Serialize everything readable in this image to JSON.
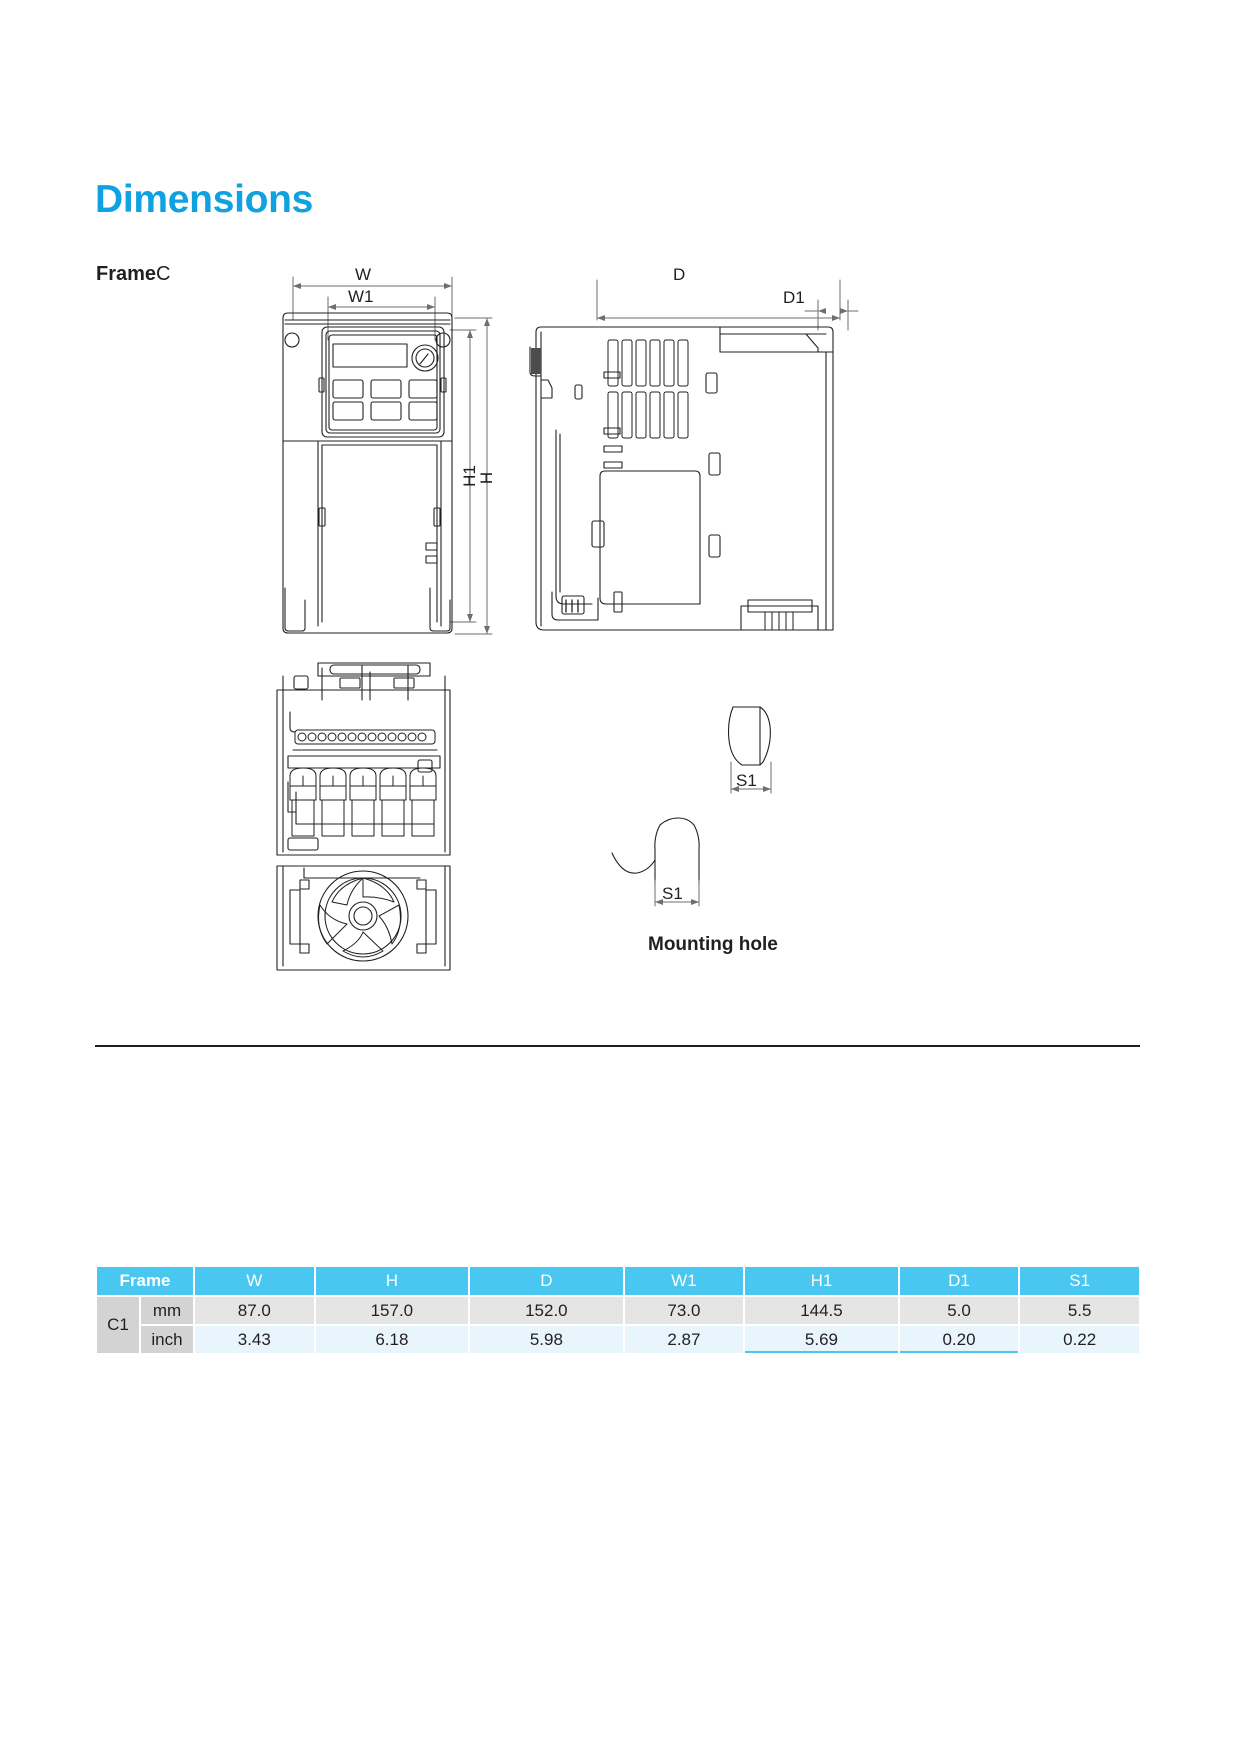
{
  "page": {
    "title": "Dimensions",
    "frame_label_bold": "Frame",
    "frame_label_light": "C",
    "mounting_hole_caption": "Mounting hole",
    "accent_color": "#10a2e0",
    "table_header_color": "#49c7f0"
  },
  "drawing": {
    "views": {
      "front": "front-view-vfd-drive",
      "side": "side-view-vfd-drive",
      "bottom": "bottom-view-vfd-drive",
      "mounting_hole_top": "mounting-hole-slot-detail",
      "mounting_hole_bottom": "mounting-hole-keyhole-detail"
    },
    "dimension_labels": {
      "w": "W",
      "w1": "W1",
      "h": "H",
      "h1": "H1",
      "d": "D",
      "d1": "D1",
      "s1_top": "S1",
      "s1_bottom": "S1"
    }
  },
  "table": {
    "headers": [
      "Frame",
      "W",
      "H",
      "D",
      "W1",
      "H1",
      "D1",
      "S1"
    ],
    "frame": "C1",
    "units": [
      "mm",
      "inch"
    ],
    "rows": [
      {
        "unit": "mm",
        "values": [
          "87.0",
          "157.0",
          "152.0",
          "73.0",
          "144.5",
          "5.0",
          "5.5"
        ]
      },
      {
        "unit": "inch",
        "values": [
          "3.43",
          "6.18",
          "5.98",
          "2.87",
          "5.69",
          "0.20",
          "0.22"
        ]
      }
    ]
  }
}
